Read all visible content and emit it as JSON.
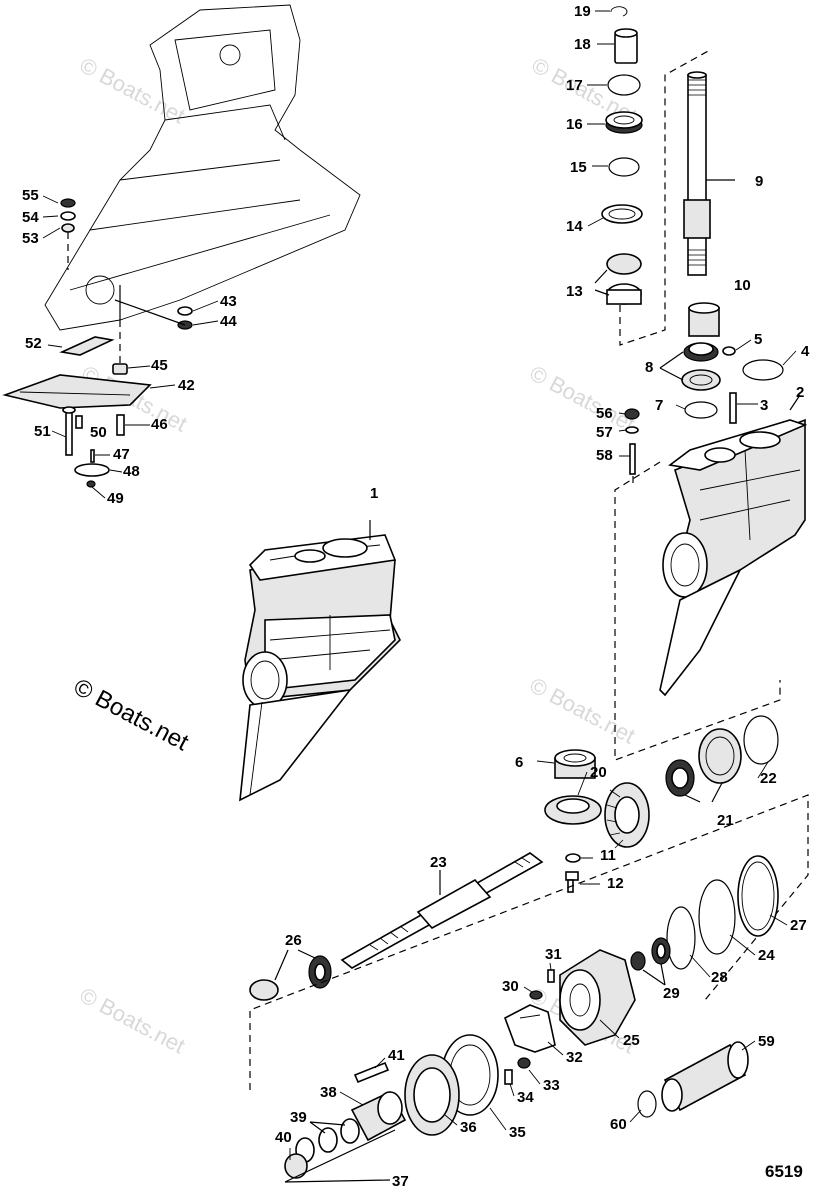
{
  "watermarks": [
    "© Boats.net",
    "© Boats.net",
    "© Boats.net",
    "© Boats.net",
    "© Boats.net",
    "© Boats.net",
    "© Boats.net"
  ],
  "main_watermark": "© Boats.net",
  "diagram_number": "6519",
  "labels": {
    "p1": "1",
    "p2": "2",
    "p3": "3",
    "p4": "4",
    "p5": "5",
    "p6": "6",
    "p7": "7",
    "p8": "8",
    "p9": "9",
    "p10": "10",
    "p11": "11",
    "p12": "12",
    "p13": "13",
    "p14": "14",
    "p15": "15",
    "p16": "16",
    "p17": "17",
    "p18": "18",
    "p19": "19",
    "p20": "20",
    "p21": "21",
    "p22": "22",
    "p23": "23",
    "p24": "24",
    "p25": "25",
    "p26": "26",
    "p27": "27",
    "p28": "28",
    "p29": "29",
    "p30": "30",
    "p31": "31",
    "p32": "32",
    "p33": "33",
    "p34": "34",
    "p35": "35",
    "p36": "36",
    "p37": "37",
    "p38": "38",
    "p39": "39",
    "p40": "40",
    "p41": "41",
    "p42": "42",
    "p43": "43",
    "p44": "44",
    "p45": "45",
    "p46": "46",
    "p47": "47",
    "p48": "48",
    "p49": "49",
    "p50": "50",
    "p51": "51",
    "p52": "52",
    "p53": "53",
    "p54": "54",
    "p55": "55",
    "p56": "56",
    "p57": "57",
    "p58": "58",
    "p59": "59",
    "p60": "60"
  }
}
